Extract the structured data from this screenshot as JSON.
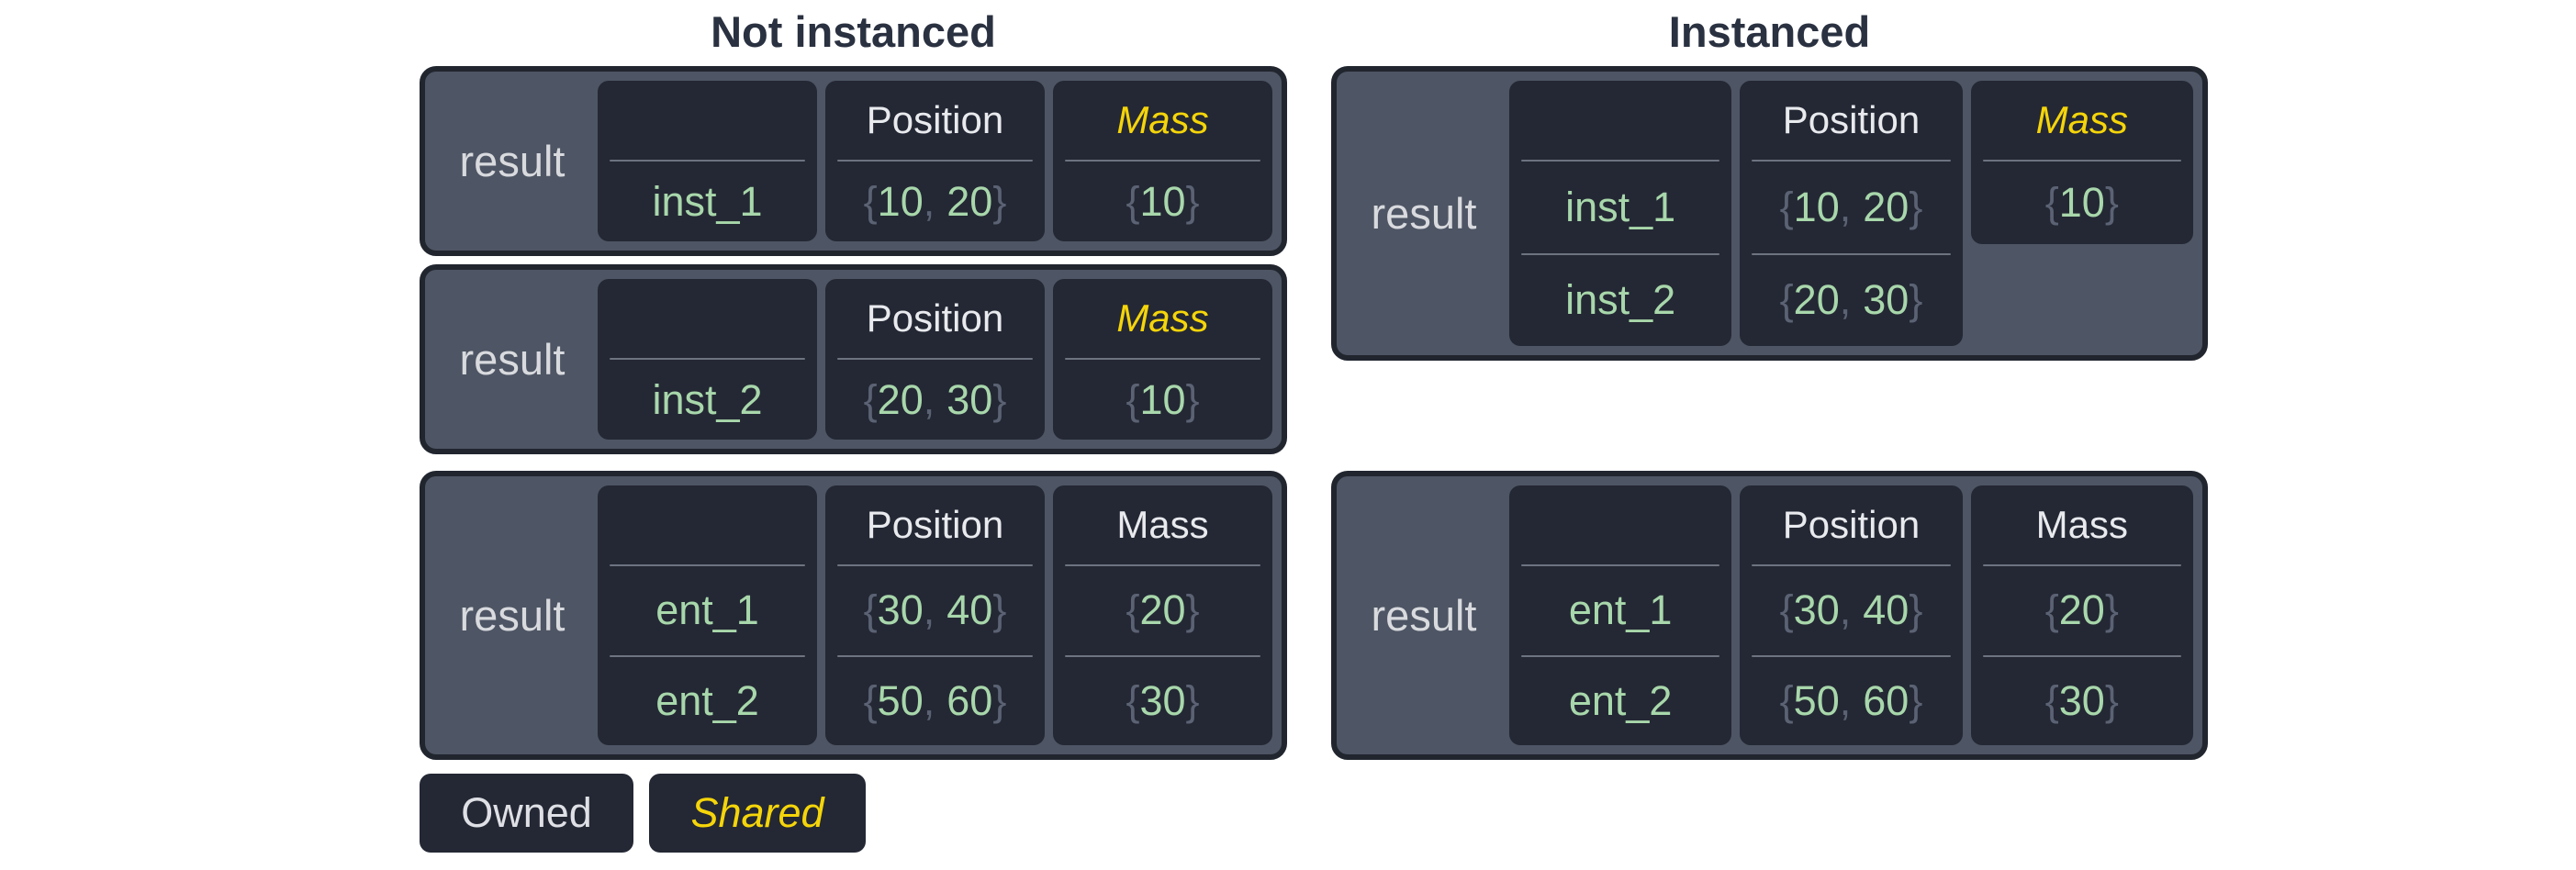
{
  "titles": {
    "not_instanced": "Not instanced",
    "instanced": "Instanced"
  },
  "punct": {
    "open_brace": "{",
    "comma": ",",
    "close_brace": "}"
  },
  "legend": {
    "owned": "Owned",
    "shared": "Shared"
  },
  "colors": {
    "shared_accent_yellow": "#f5d50a",
    "value_green": "#a8d7ab",
    "brace_gray": "#5b6273",
    "table_fill": "#4e5564",
    "cell_fill": "#242834",
    "table_border": "#21252e",
    "header_text": "#e8eaee",
    "title_text": "#2a3140"
  },
  "boxes": [
    {
      "label": "result",
      "rows": [
        "inst_1"
      ],
      "position_header": "Position",
      "mass_header": "Mass",
      "mass_shared": true,
      "positions": [
        [
          "10",
          "20"
        ]
      ],
      "masses": [
        "10"
      ]
    },
    {
      "label": "result",
      "rows": [
        "inst_2"
      ],
      "position_header": "Position",
      "mass_header": "Mass",
      "mass_shared": true,
      "positions": [
        [
          "20",
          "30"
        ]
      ],
      "masses": [
        "10"
      ]
    },
    {
      "label": "result",
      "rows": [
        "ent_1",
        "ent_2"
      ],
      "position_header": "Position",
      "mass_header": "Mass",
      "mass_shared": false,
      "positions": [
        [
          "30",
          "40"
        ],
        [
          "50",
          "60"
        ]
      ],
      "masses": [
        "20",
        "30"
      ]
    },
    {
      "label": "result",
      "rows": [
        "inst_1",
        "inst_2"
      ],
      "position_header": "Position",
      "mass_header": "Mass",
      "mass_shared": true,
      "positions": [
        [
          "10",
          "20"
        ],
        [
          "20",
          "30"
        ]
      ],
      "masses": [
        "10"
      ]
    },
    {
      "label": "result",
      "rows": [
        "ent_1",
        "ent_2"
      ],
      "position_header": "Position",
      "mass_header": "Mass",
      "mass_shared": false,
      "positions": [
        [
          "30",
          "40"
        ],
        [
          "50",
          "60"
        ]
      ],
      "masses": [
        "20",
        "30"
      ]
    }
  ]
}
